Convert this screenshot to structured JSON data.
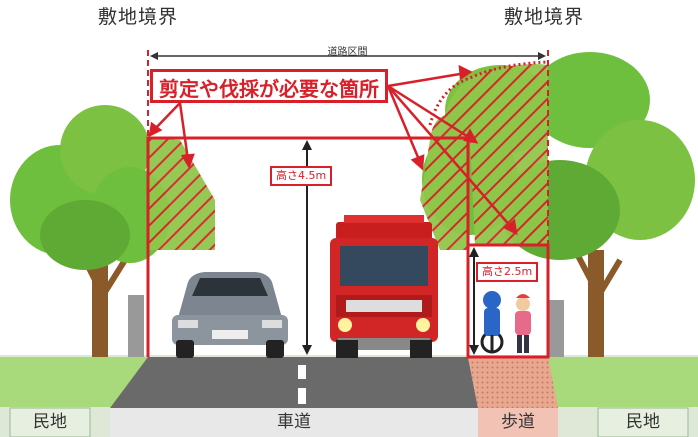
{
  "labels": {
    "boundary_left": "敷地境界",
    "boundary_right": "敷地境界",
    "road_section": "道路区間",
    "callout": "剪定や伐採が必要な箇所",
    "height_roadway": "高さ4.5m",
    "height_sidewalk": "高さ2.5m",
    "private_land_left": "民地",
    "roadway": "車道",
    "sidewalk": "歩道",
    "private_land_right": "民地"
  },
  "colors": {
    "accent_red": "#d8202a",
    "tree_green": "#7cc142",
    "tree_dark": "#4e9a2c",
    "trunk": "#8a5a2b",
    "asphalt": "#5c5c5c",
    "sidewalk_pink": "#e8a890",
    "grass": "#8cc63f",
    "ground_band": "#c8d6c0"
  },
  "icons": {
    "car": "car-icon",
    "fire_truck": "fire-truck-icon",
    "cyclist": "cyclist-icon",
    "pedestrian": "pedestrian-icon"
  }
}
